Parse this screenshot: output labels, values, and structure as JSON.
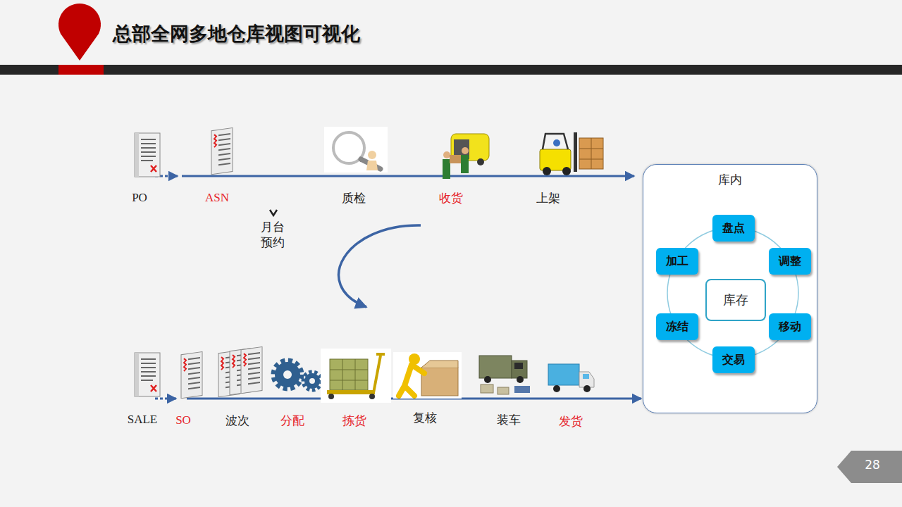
{
  "diagram": {
    "title": "总部全网多地仓库视图可视化",
    "nodes": [
      {
        "text": [
          "库内"
        ]
      },
      {
        "text": [
          "盘点"
        ],
        "in": 0
      },
      {
        "text": [
          "加工"
        ],
        "in": 0
      },
      {
        "text": [
          "调整"
        ],
        "in": 0
      },
      {
        "text": [
          "库存"
        ],
        "in": 0
      },
      {
        "text": [
          "冻结"
        ],
        "in": 0
      },
      {
        "text": [
          "移动"
        ],
        "in": 0
      },
      {
        "text": [
          "交易"
        ],
        "in": 0
      }
    ],
    "labels": [
      "PO",
      "ASN",
      "质检",
      "收货",
      "上架",
      "月台 预约",
      "SALE",
      "SO",
      "波次",
      "分配",
      "拣货",
      "复核",
      "装车",
      "发货",
      "28"
    ]
  }
}
